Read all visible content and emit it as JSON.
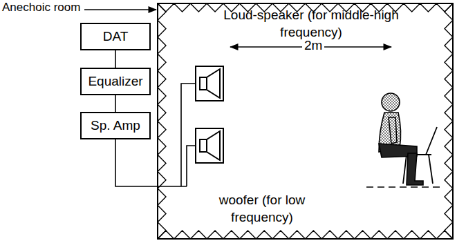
{
  "diagram": {
    "nodes": [
      {
        "text": [
          "Anechoic room"
        ]
      },
      {
        "text": [
          "DAT"
        ]
      },
      {
        "text": [
          "Equalizer"
        ]
      },
      {
        "text": [
          "Sp. Amp"
        ]
      }
    ],
    "edges": [
      {
        "from": 1,
        "to": 2,
        "arrow": "none"
      },
      {
        "from": 2,
        "to": 3,
        "arrow": "none"
      }
    ],
    "labels": [
      "Loud-speaker (for middle-high frequency)",
      "2m",
      "woofer (for low frequency)"
    ]
  }
}
